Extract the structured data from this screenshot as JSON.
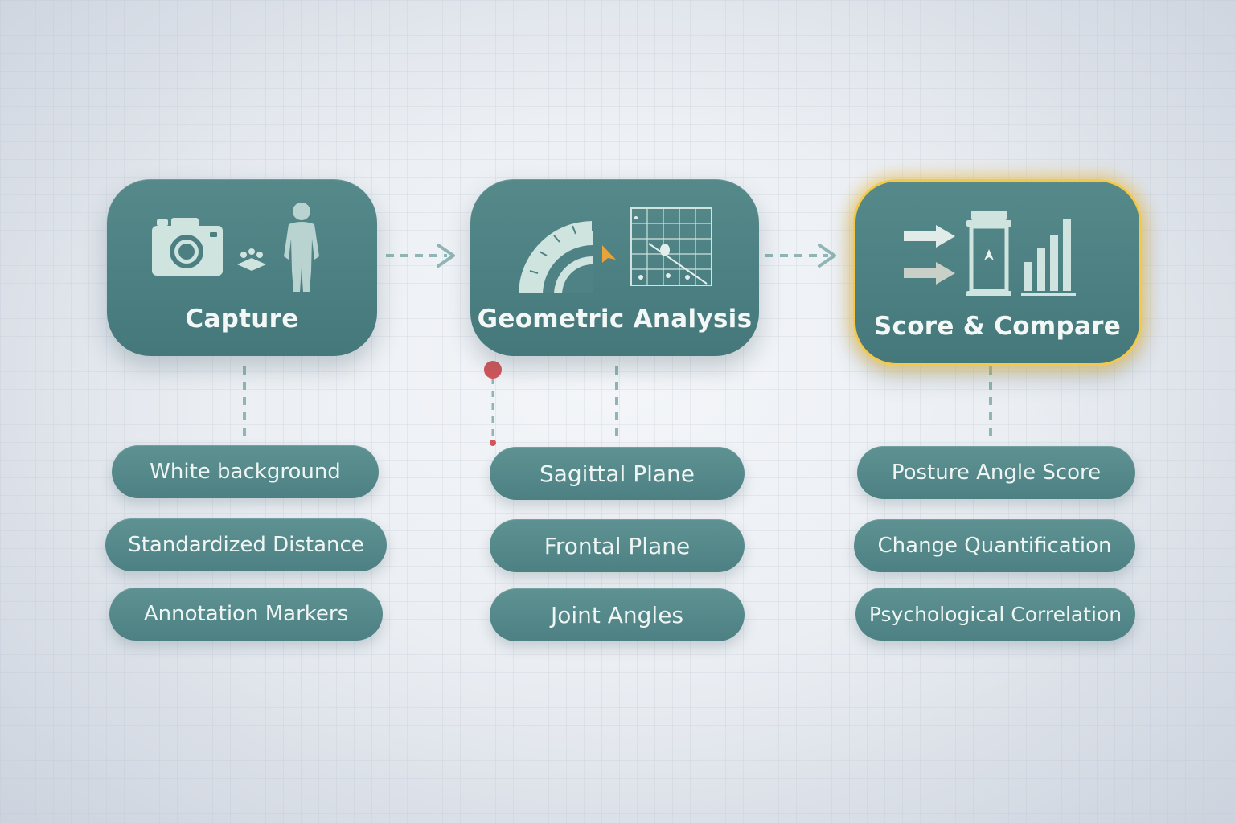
{
  "stages": [
    {
      "title": "Capture",
      "icons": [
        "camera-icon",
        "markers-icon",
        "human-figure-icon"
      ],
      "items": [
        "White background",
        "Standardized Distance",
        "Annotation Markers"
      ]
    },
    {
      "title": "Geometric Analysis",
      "icons": [
        "protractor-icon",
        "cursor-arrow-icon",
        "grid-chart-icon"
      ],
      "items": [
        "Sagittal Plane",
        "Frontal Plane",
        "Joint Angles"
      ]
    },
    {
      "title": "Score & Compare",
      "icons": [
        "arrows-icon",
        "gauge-column-icon",
        "bar-chart-icon"
      ],
      "items": [
        "Posture Angle Score",
        "Change Quantification",
        "Psychological Correlation"
      ]
    }
  ],
  "colors": {
    "card": "#4a7d80",
    "pill": "#558a8b",
    "text": "#f3f8f6",
    "connector": "#8fb5b6",
    "highlight": "#f2c94c",
    "marker": "#d0565a",
    "cursor": "#e8a33a"
  }
}
